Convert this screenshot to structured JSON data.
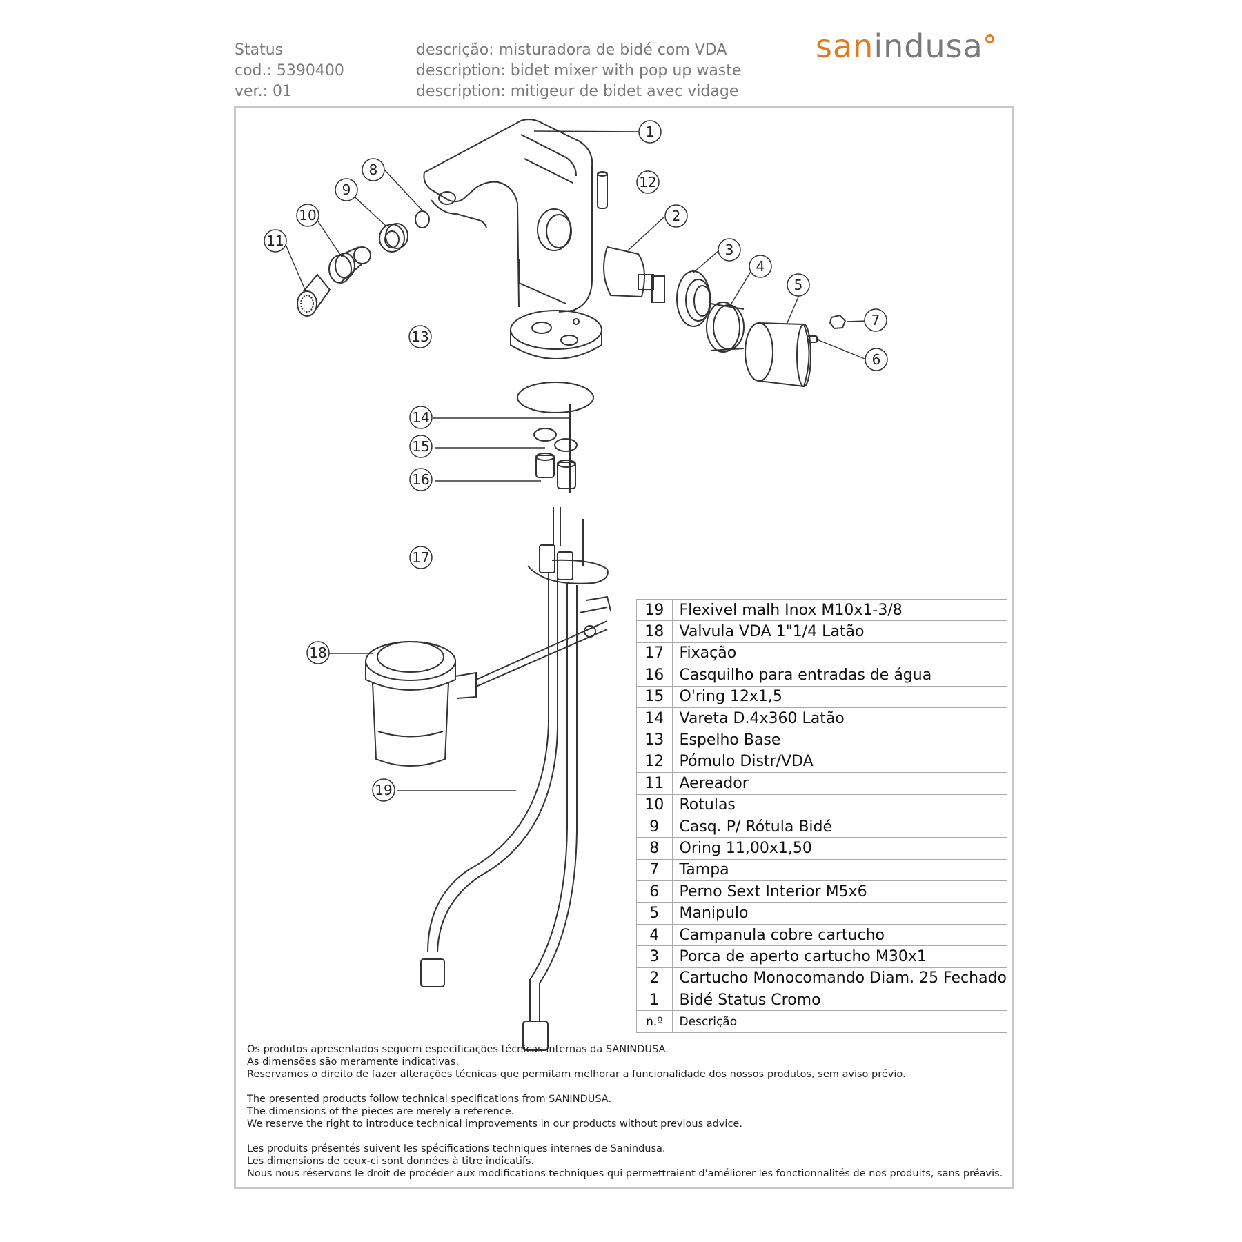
{
  "header": {
    "product": "Status",
    "code": "cod.: 5390400",
    "version": "ver.: 01",
    "desc_pt": "descrição: misturadora de bidé com VDA",
    "desc_en": "description: bidet mixer with pop up waste",
    "desc_fr": "description: mitigeur de bidet avec vidage"
  },
  "logo": {
    "brand_left": "san",
    "brand_right": "indusa",
    "brand_color": "#e07b1f",
    "text_color": "#7a7a7a"
  },
  "callouts": [
    "1",
    "2",
    "3",
    "4",
    "5",
    "6",
    "7",
    "8",
    "9",
    "10",
    "11",
    "12",
    "13",
    "14",
    "15",
    "16",
    "17",
    "18",
    "19"
  ],
  "parts": [
    {
      "n": "19",
      "desc": "Flexivel malh Inox M10x1-3/8"
    },
    {
      "n": "18",
      "desc": "Valvula VDA 1\"1/4 Latão"
    },
    {
      "n": "17",
      "desc": "Fixação"
    },
    {
      "n": "16",
      "desc": "Casquilho para entradas de água"
    },
    {
      "n": "15",
      "desc": "O'ring 12x1,5"
    },
    {
      "n": "14",
      "desc": "Vareta D.4x360 Latão"
    },
    {
      "n": "13",
      "desc": "Espelho Base"
    },
    {
      "n": "12",
      "desc": "Pómulo Distr/VDA"
    },
    {
      "n": "11",
      "desc": "Aereador"
    },
    {
      "n": "10",
      "desc": "Rotulas"
    },
    {
      "n": "9",
      "desc": "Casq. P/ Rótula Bidé"
    },
    {
      "n": "8",
      "desc": "Oring 11,00x1,50"
    },
    {
      "n": "7",
      "desc": "Tampa"
    },
    {
      "n": "6",
      "desc": "Perno Sext Interior M5x6"
    },
    {
      "n": "5",
      "desc": "Manipulo"
    },
    {
      "n": "4",
      "desc": "Campanula cobre cartucho"
    },
    {
      "n": "3",
      "desc": "Porca de aperto cartucho M30x1"
    },
    {
      "n": "2",
      "desc": "Cartucho Monocomando Diam. 25 Fechado"
    },
    {
      "n": "1",
      "desc": "Bidé Status Cromo"
    }
  ],
  "table_header": {
    "n": "n.º",
    "desc": "Descrição"
  },
  "notes": {
    "pt": [
      "Os produtos apresentados seguem especificações técnicas internas da SANINDUSA.",
      "As dimensões são meramente indicativas.",
      "Reservamos o direito de fazer alterações técnicas que permitam melhorar a funcionalidade dos nossos produtos, sem aviso prévio."
    ],
    "en": [
      "The presented products follow technical specifications from SANINDUSA.",
      "The dimensions of the pieces are merely a reference.",
      "We reserve the right to introduce technical improvements in our products without previous advice."
    ],
    "fr": [
      "Les produits présentés suivent les spécifications techniques internes de Sanindusa.",
      "Les dimensions de ceux-ci sont données à titre indicatifs.",
      "Nous nous réservons le droit de procéder aux modifications techniques qui permettraient d'améliorer les fonctionnalités de nos produits, sans préavis."
    ]
  }
}
